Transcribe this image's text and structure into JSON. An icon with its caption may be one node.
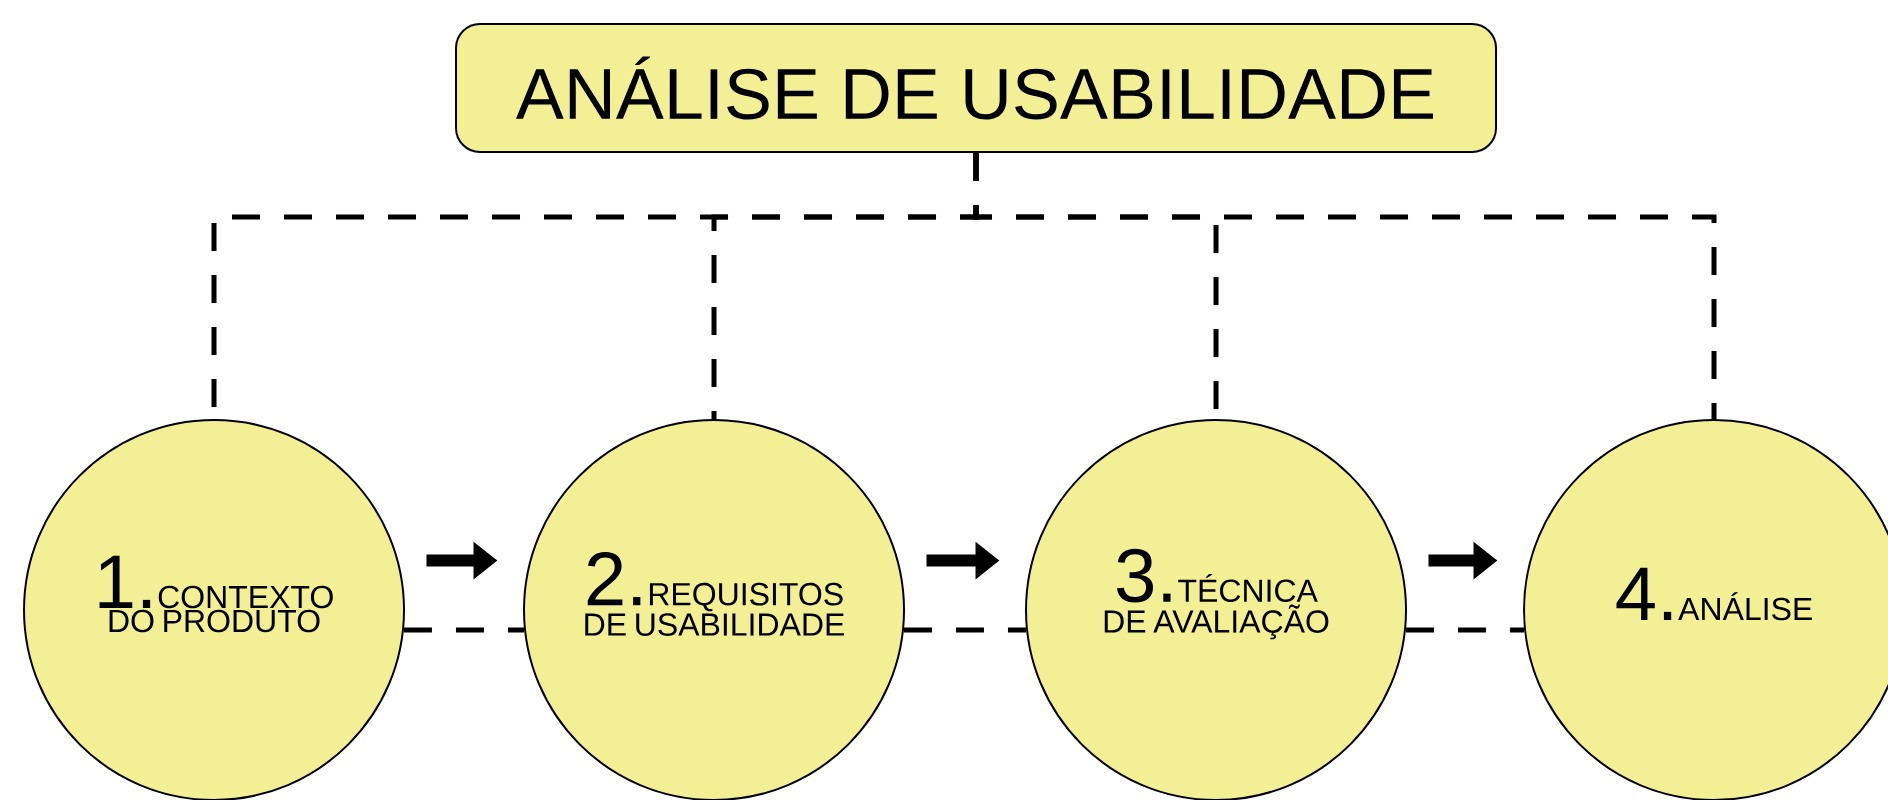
{
  "diagram": {
    "nodes": [
      {
        "text": [
          "ANÁLISE DE USABILIDADE"
        ]
      },
      {
        "text": [
          "1.",
          "CONTEXTO DO PRODUTO"
        ]
      },
      {
        "text": [
          "2.",
          "REQUISITOS DE USABILIDADE"
        ]
      },
      {
        "text": [
          "3.",
          "TÉCNICA DE AVALIAÇÃO"
        ]
      },
      {
        "text": [
          "4.",
          "ANÁLISE"
        ]
      }
    ],
    "edges": [
      {
        "from": 0,
        "to": 1,
        "arrow": "none",
        "style": "dashed"
      },
      {
        "from": 0,
        "to": 2,
        "arrow": "none",
        "style": "dashed"
      },
      {
        "from": 0,
        "to": 3,
        "arrow": "none",
        "style": "dashed"
      },
      {
        "from": 0,
        "to": 4,
        "arrow": "none",
        "style": "dashed"
      },
      {
        "from": 1,
        "to": 2,
        "arrow": "to",
        "style": "thick"
      },
      {
        "from": 2,
        "to": 3,
        "arrow": "to",
        "style": "thick"
      },
      {
        "from": 3,
        "to": 4,
        "arrow": "to",
        "style": "thick"
      },
      {
        "from": 1,
        "to": 2,
        "arrow": "none",
        "style": "dashed"
      },
      {
        "from": 2,
        "to": 3,
        "arrow": "none",
        "style": "dashed"
      },
      {
        "from": 3,
        "to": 4,
        "arrow": "none",
        "style": "dashed"
      }
    ]
  }
}
